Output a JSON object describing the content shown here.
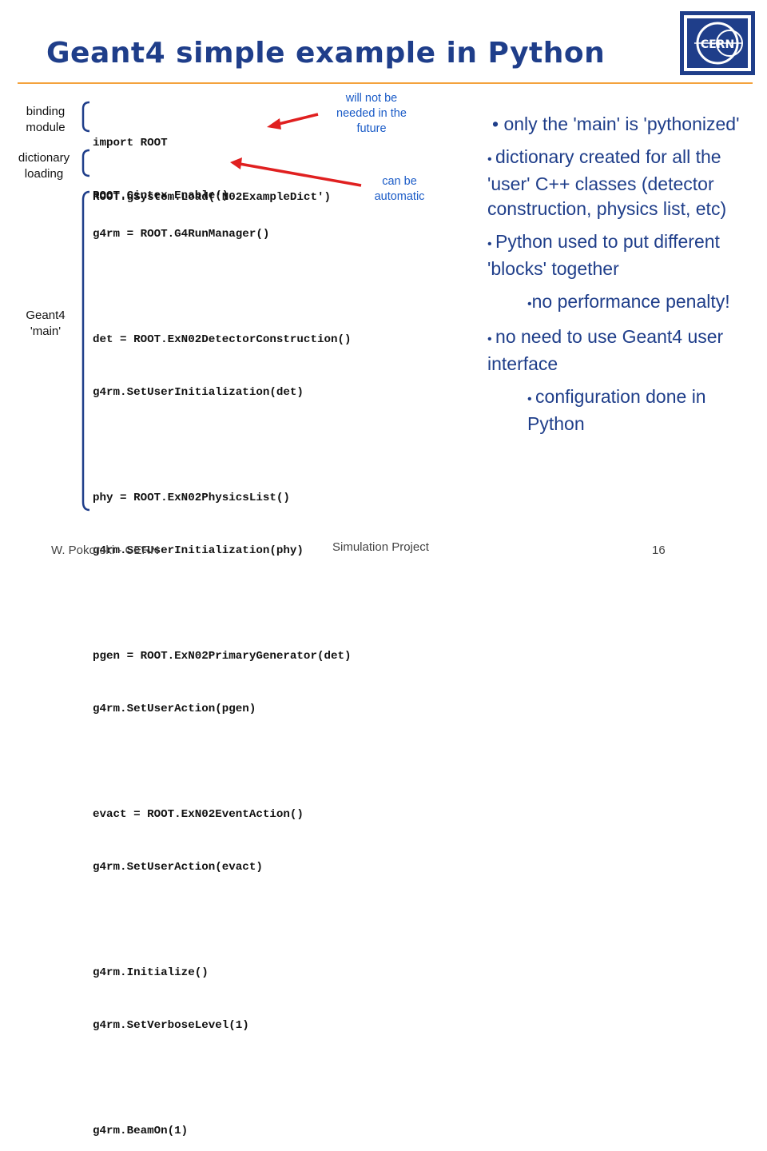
{
  "slide": {
    "title": "Geant4 simple example in Python"
  },
  "labels": {
    "binding_module_1": "binding",
    "binding_module_2": "module",
    "dictionary_loading_1": "dictionary",
    "dictionary_loading_2": "loading",
    "geant4_main_1": "Geant4",
    "geant4_main_2": "'main'"
  },
  "code": {
    "binding": [
      "import ROOT",
      "ROOT.Cintex.Enable()"
    ],
    "dictionary": [
      "ROOT.gSystem.Load('N02ExampleDict')"
    ],
    "main": [
      "g4rm = ROOT.G4RunManager()",
      "",
      "det = ROOT.ExN02DetectorConstruction()",
      "g4rm.SetUserInitialization(det)",
      "",
      "phy = ROOT.ExN02PhysicsList()",
      "g4rm.SetUserInitialization(phy)",
      "",
      "pgen = ROOT.ExN02PrimaryGenerator(det)",
      "g4rm.SetUserAction(pgen)",
      "",
      "evact = ROOT.ExN02EventAction()",
      "g4rm.SetUserAction(evact)",
      "",
      "g4rm.Initialize()",
      "g4rm.SetVerboseLevel(1)",
      "",
      "g4rm.BeamOn(1)"
    ]
  },
  "notes": {
    "future_1": "will not be",
    "future_2": "needed in the",
    "future_3": "future",
    "auto_1": "can be",
    "auto_2": "automatic"
  },
  "bullets": [
    {
      "level": 1,
      "text": "only the 'main' is 'pythonized'"
    },
    {
      "level": 1,
      "text": "dictionary created for all the 'user' C++ classes (detector construction, physics list, etc)"
    },
    {
      "level": 1,
      "text": "Python used to put different 'blocks' together"
    },
    {
      "level": 2,
      "text": "no performance penalty!"
    },
    {
      "level": 1,
      "text": "no need to use Geant4 user interface"
    },
    {
      "level": 2,
      "text": "configuration done in Python"
    }
  ],
  "footer": {
    "author": "W. Pokorski - CERN",
    "project": "Simulation Project",
    "page": "16"
  },
  "logo": {
    "text": "CERN",
    "color": "#1f3e8a"
  },
  "colors": {
    "title": "#1f3e8a",
    "accent_rule": "#f4a23c",
    "note": "#1a5bc7",
    "arrow": "#e02020",
    "bracket": "#1f3e8a"
  }
}
